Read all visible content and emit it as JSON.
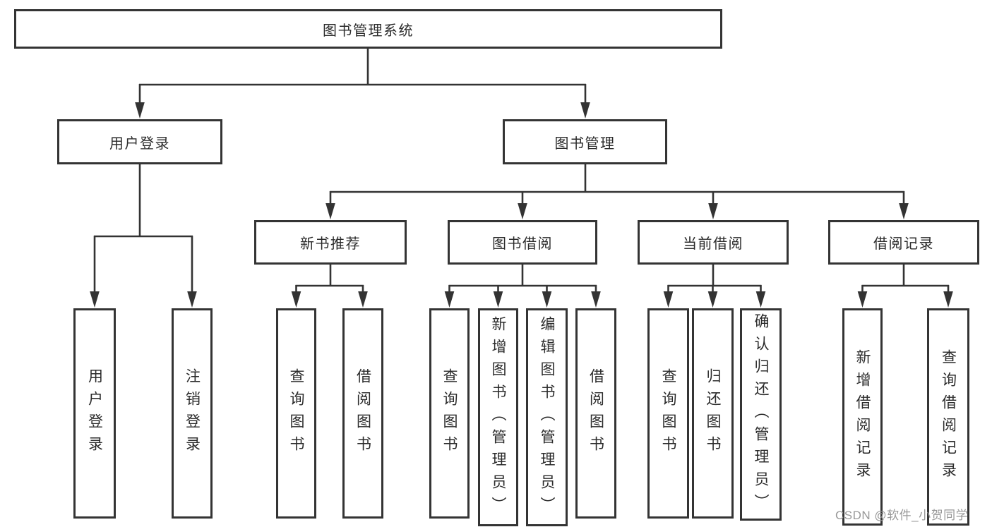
{
  "diagram": {
    "title_node": "图书管理系统",
    "level1": {
      "user_login": "用户登录",
      "book_management": "图书管理"
    },
    "level2": {
      "new_books": "新书推荐",
      "book_borrowing": "图书借阅",
      "current_borrowing": "当前借阅",
      "borrow_records": "借阅记录"
    },
    "leaves": {
      "user_login": "用户登录",
      "logout": "注销登录",
      "query_books_newbooks": "查询图书",
      "borrow_books_newbooks": "借阅图书",
      "query_books_borrow": "查询图书",
      "add_books_admin": "新增图书（管理员）",
      "edit_books_admin": "编辑图书（管理员）",
      "borrow_books_borrow": "借阅图书",
      "query_books_current": "查询图书",
      "return_books": "归还图书",
      "confirm_return_admin": "确认归还（管理员）",
      "add_borrow_record": "新增借阅记录",
      "query_borrow_record": "查询借阅记录"
    }
  },
  "watermark": "CSDN @软件_小贺同学",
  "colors": {
    "line": "#333333",
    "border": "#343434",
    "text": "#2b2b2b",
    "watermark": "#989898",
    "background": "#ffffff"
  }
}
